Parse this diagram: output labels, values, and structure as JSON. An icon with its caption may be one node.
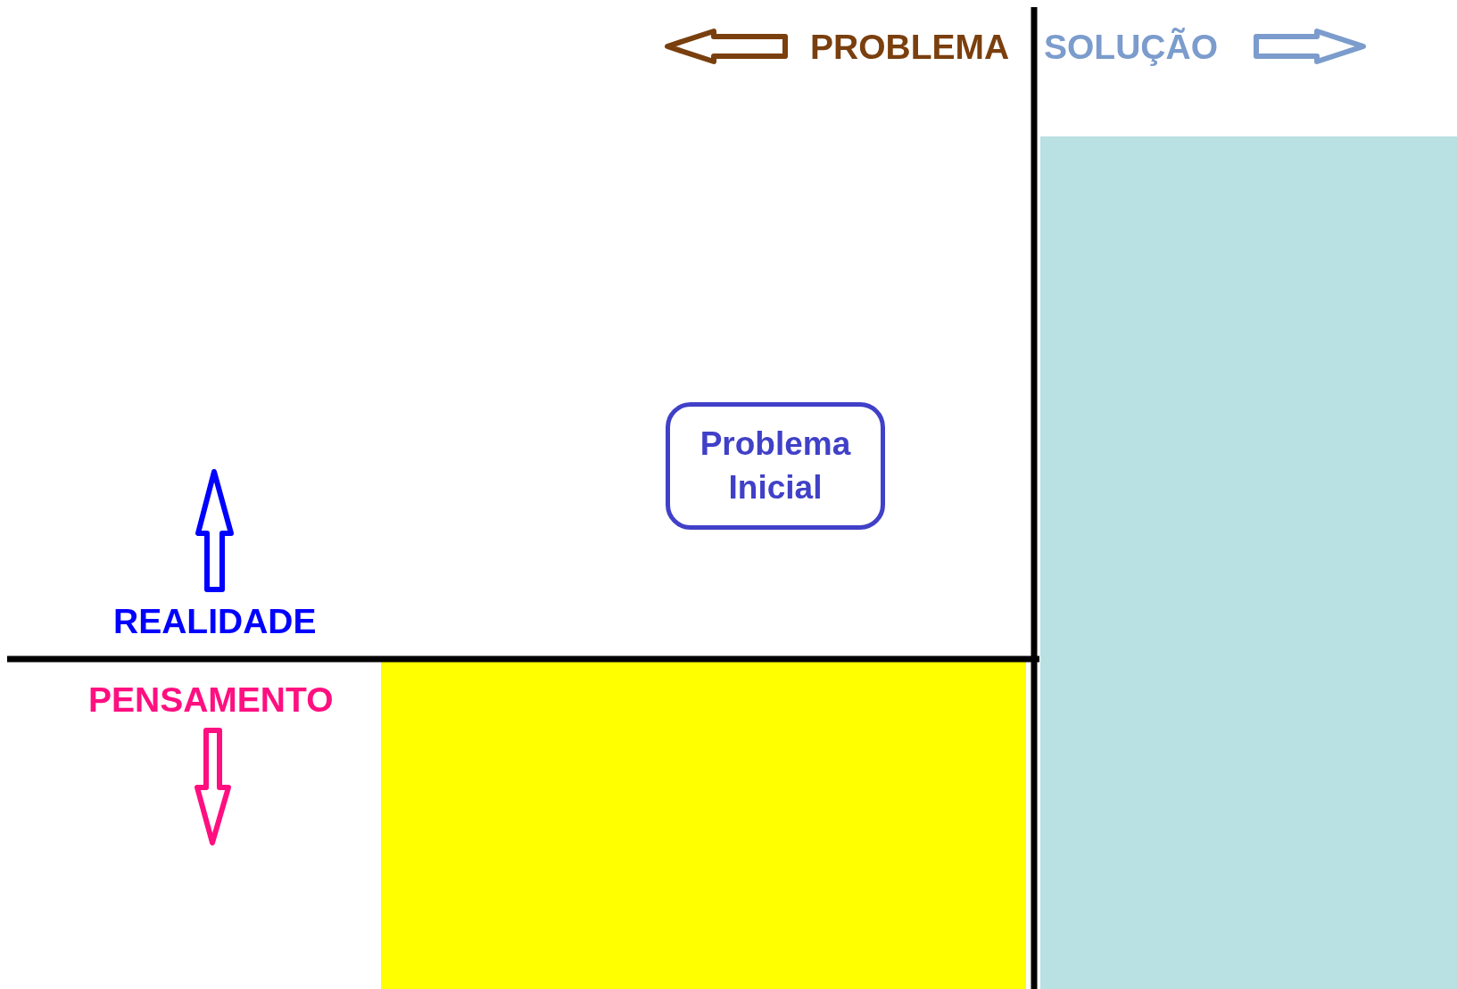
{
  "diagram": {
    "nodes": [
      {
        "text": [],
        "shape": "box"
      },
      {
        "text": [
          "Problema Inicial"
        ]
      },
      {
        "text": [],
        "shape": "box"
      }
    ],
    "labels": [
      "PROBLEMA",
      "SOLUÇÃO",
      "REALIDADE",
      "PENSAMENTO"
    ]
  }
}
